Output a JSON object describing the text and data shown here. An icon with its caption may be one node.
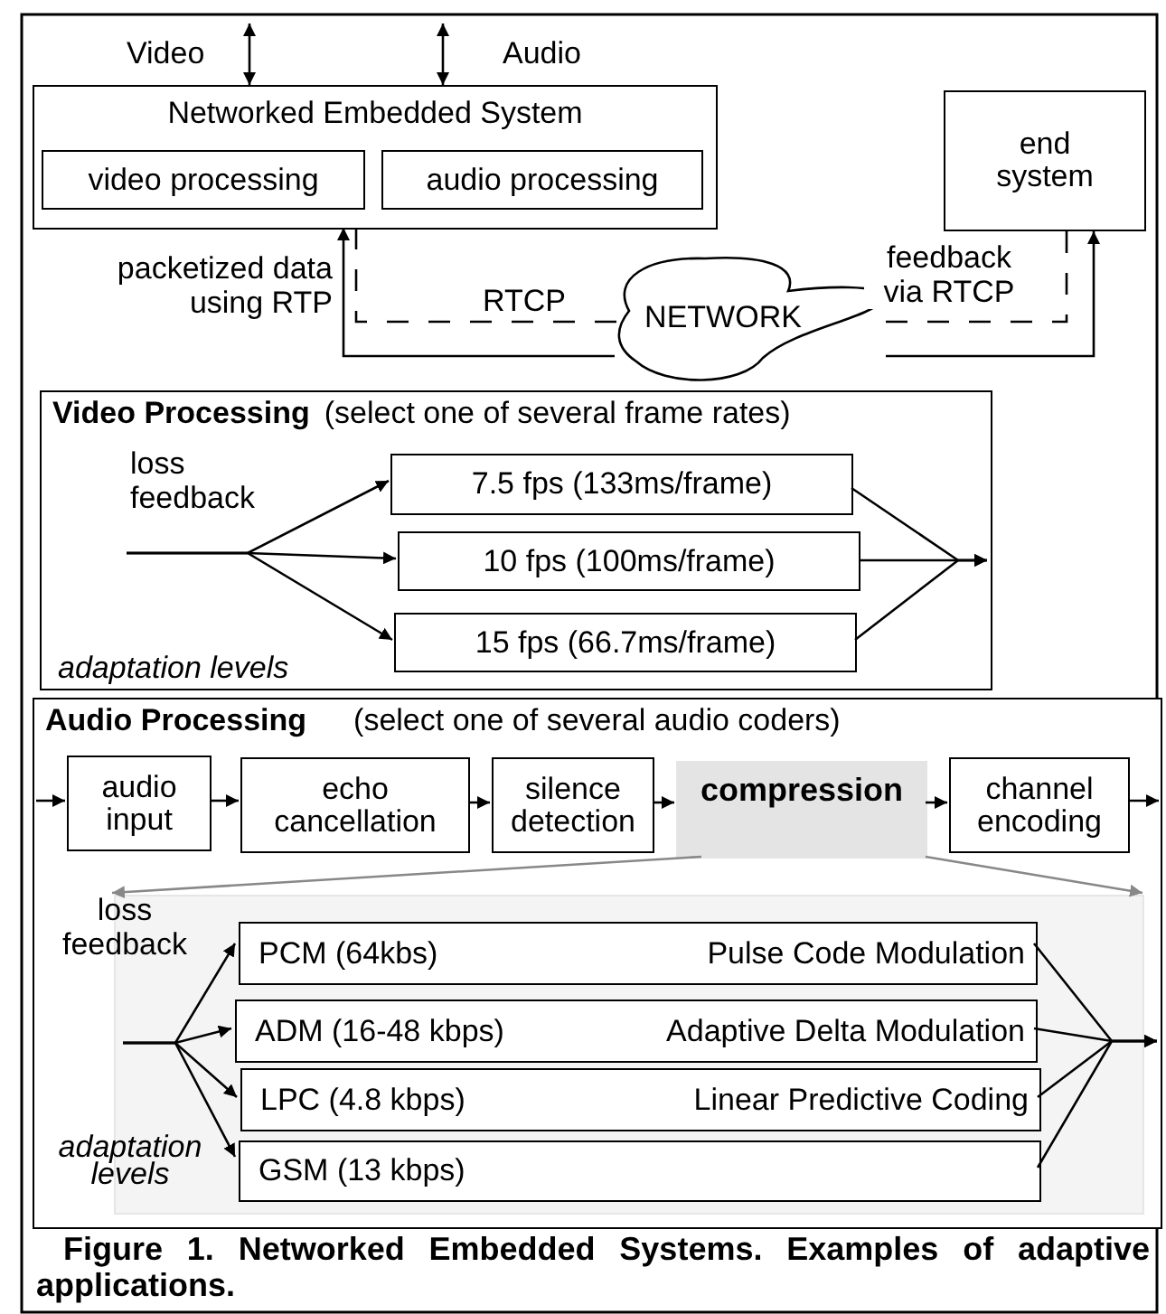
{
  "diagram": {
    "caption": "Figure 1. Networked Embedded Systems. Examples of adaptive applications.",
    "nodes": [
      {
        "text": [
          "Networked Embedded System"
        ]
      },
      {
        "text": [
          "video processing"
        ],
        "in": 0
      },
      {
        "text": [
          "audio processing"
        ],
        "in": 0
      },
      {
        "text": [
          "end system"
        ]
      },
      {
        "text": [
          "NETWORK"
        ]
      },
      {
        "text": [
          "Video Processing",
          "(select one of several frame rates)"
        ]
      },
      {
        "text": [
          "7.5 fps (133ms/frame)"
        ],
        "in": 5
      },
      {
        "text": [
          "10 fps (100ms/frame)"
        ],
        "in": 5
      },
      {
        "text": [
          "15 fps (66.7ms/frame)"
        ],
        "in": 5
      },
      {
        "text": [
          "Audio Processing",
          "(select one of several audio coders)"
        ]
      },
      {
        "text": [
          "audio input"
        ],
        "in": 9
      },
      {
        "text": [
          "echo cancellation"
        ],
        "in": 9
      },
      {
        "text": [
          "silence detection"
        ],
        "in": 9
      },
      {
        "text": [
          "compression"
        ],
        "in": 9
      },
      {
        "text": [
          "channel encoding"
        ],
        "in": 9
      },
      {
        "text": [],
        "shape": "box",
        "in": 9
      },
      {
        "text": [
          "PCM (64kbs)",
          "Pulse Code Modulation"
        ],
        "in": 15
      },
      {
        "text": [
          "ADM (16-48 kbps)",
          "Adaptive Delta Modulation"
        ],
        "in": 15
      },
      {
        "text": [
          "LPC (4.8 kbps)",
          "Linear Predictive Coding"
        ],
        "in": 15
      },
      {
        "text": [
          "GSM (13 kbps)"
        ],
        "in": 15
      }
    ],
    "edges": [
      {
        "from": null,
        "to": 0,
        "arrow": "both"
      },
      {
        "from": null,
        "to": 0,
        "arrow": "both"
      },
      {
        "from": 4,
        "to": 0,
        "arrow": "to"
      },
      {
        "from": 4,
        "to": 3,
        "arrow": "to"
      },
      {
        "from": 4,
        "to": 0,
        "arrow": "none",
        "style": "dashed",
        "label": "RTCP"
      },
      {
        "from": 3,
        "to": 4,
        "arrow": "none",
        "style": "dashed",
        "label": "feedback via RTCP"
      },
      {
        "from": null,
        "to": 6,
        "arrow": "to"
      },
      {
        "from": null,
        "to": 7,
        "arrow": "to"
      },
      {
        "from": null,
        "to": 8,
        "arrow": "to"
      },
      {
        "from": 6,
        "to": null,
        "arrow": "to"
      },
      {
        "from": 7,
        "to": null,
        "arrow": "to"
      },
      {
        "from": 8,
        "to": null,
        "arrow": "to"
      },
      {
        "from": null,
        "to": 10,
        "arrow": "to"
      },
      {
        "from": 10,
        "to": 11,
        "arrow": "to"
      },
      {
        "from": 11,
        "to": 12,
        "arrow": "to"
      },
      {
        "from": 12,
        "to": 13,
        "arrow": "to"
      },
      {
        "from": 13,
        "to": 14,
        "arrow": "to"
      },
      {
        "from": 14,
        "to": null,
        "arrow": "to"
      },
      {
        "from": 13,
        "to": 15,
        "arrow": "to",
        "color": "#888888"
      },
      {
        "from": 13,
        "to": 15,
        "arrow": "to",
        "color": "#888888"
      },
      {
        "from": null,
        "to": 16,
        "arrow": "to"
      },
      {
        "from": null,
        "to": 17,
        "arrow": "to"
      },
      {
        "from": null,
        "to": 18,
        "arrow": "to"
      },
      {
        "from": null,
        "to": 19,
        "arrow": "to"
      },
      {
        "from": 16,
        "to": null,
        "arrow": "to"
      },
      {
        "from": 17,
        "to": null,
        "arrow": "to"
      },
      {
        "from": 18,
        "to": null,
        "arrow": "to"
      },
      {
        "from": 19,
        "to": null,
        "arrow": "to"
      }
    ],
    "labels": [
      "Video",
      "Audio",
      "packetized data using RTP",
      "loss feedback",
      "adaptation levels",
      "loss feedback",
      "adaptation levels"
    ]
  }
}
